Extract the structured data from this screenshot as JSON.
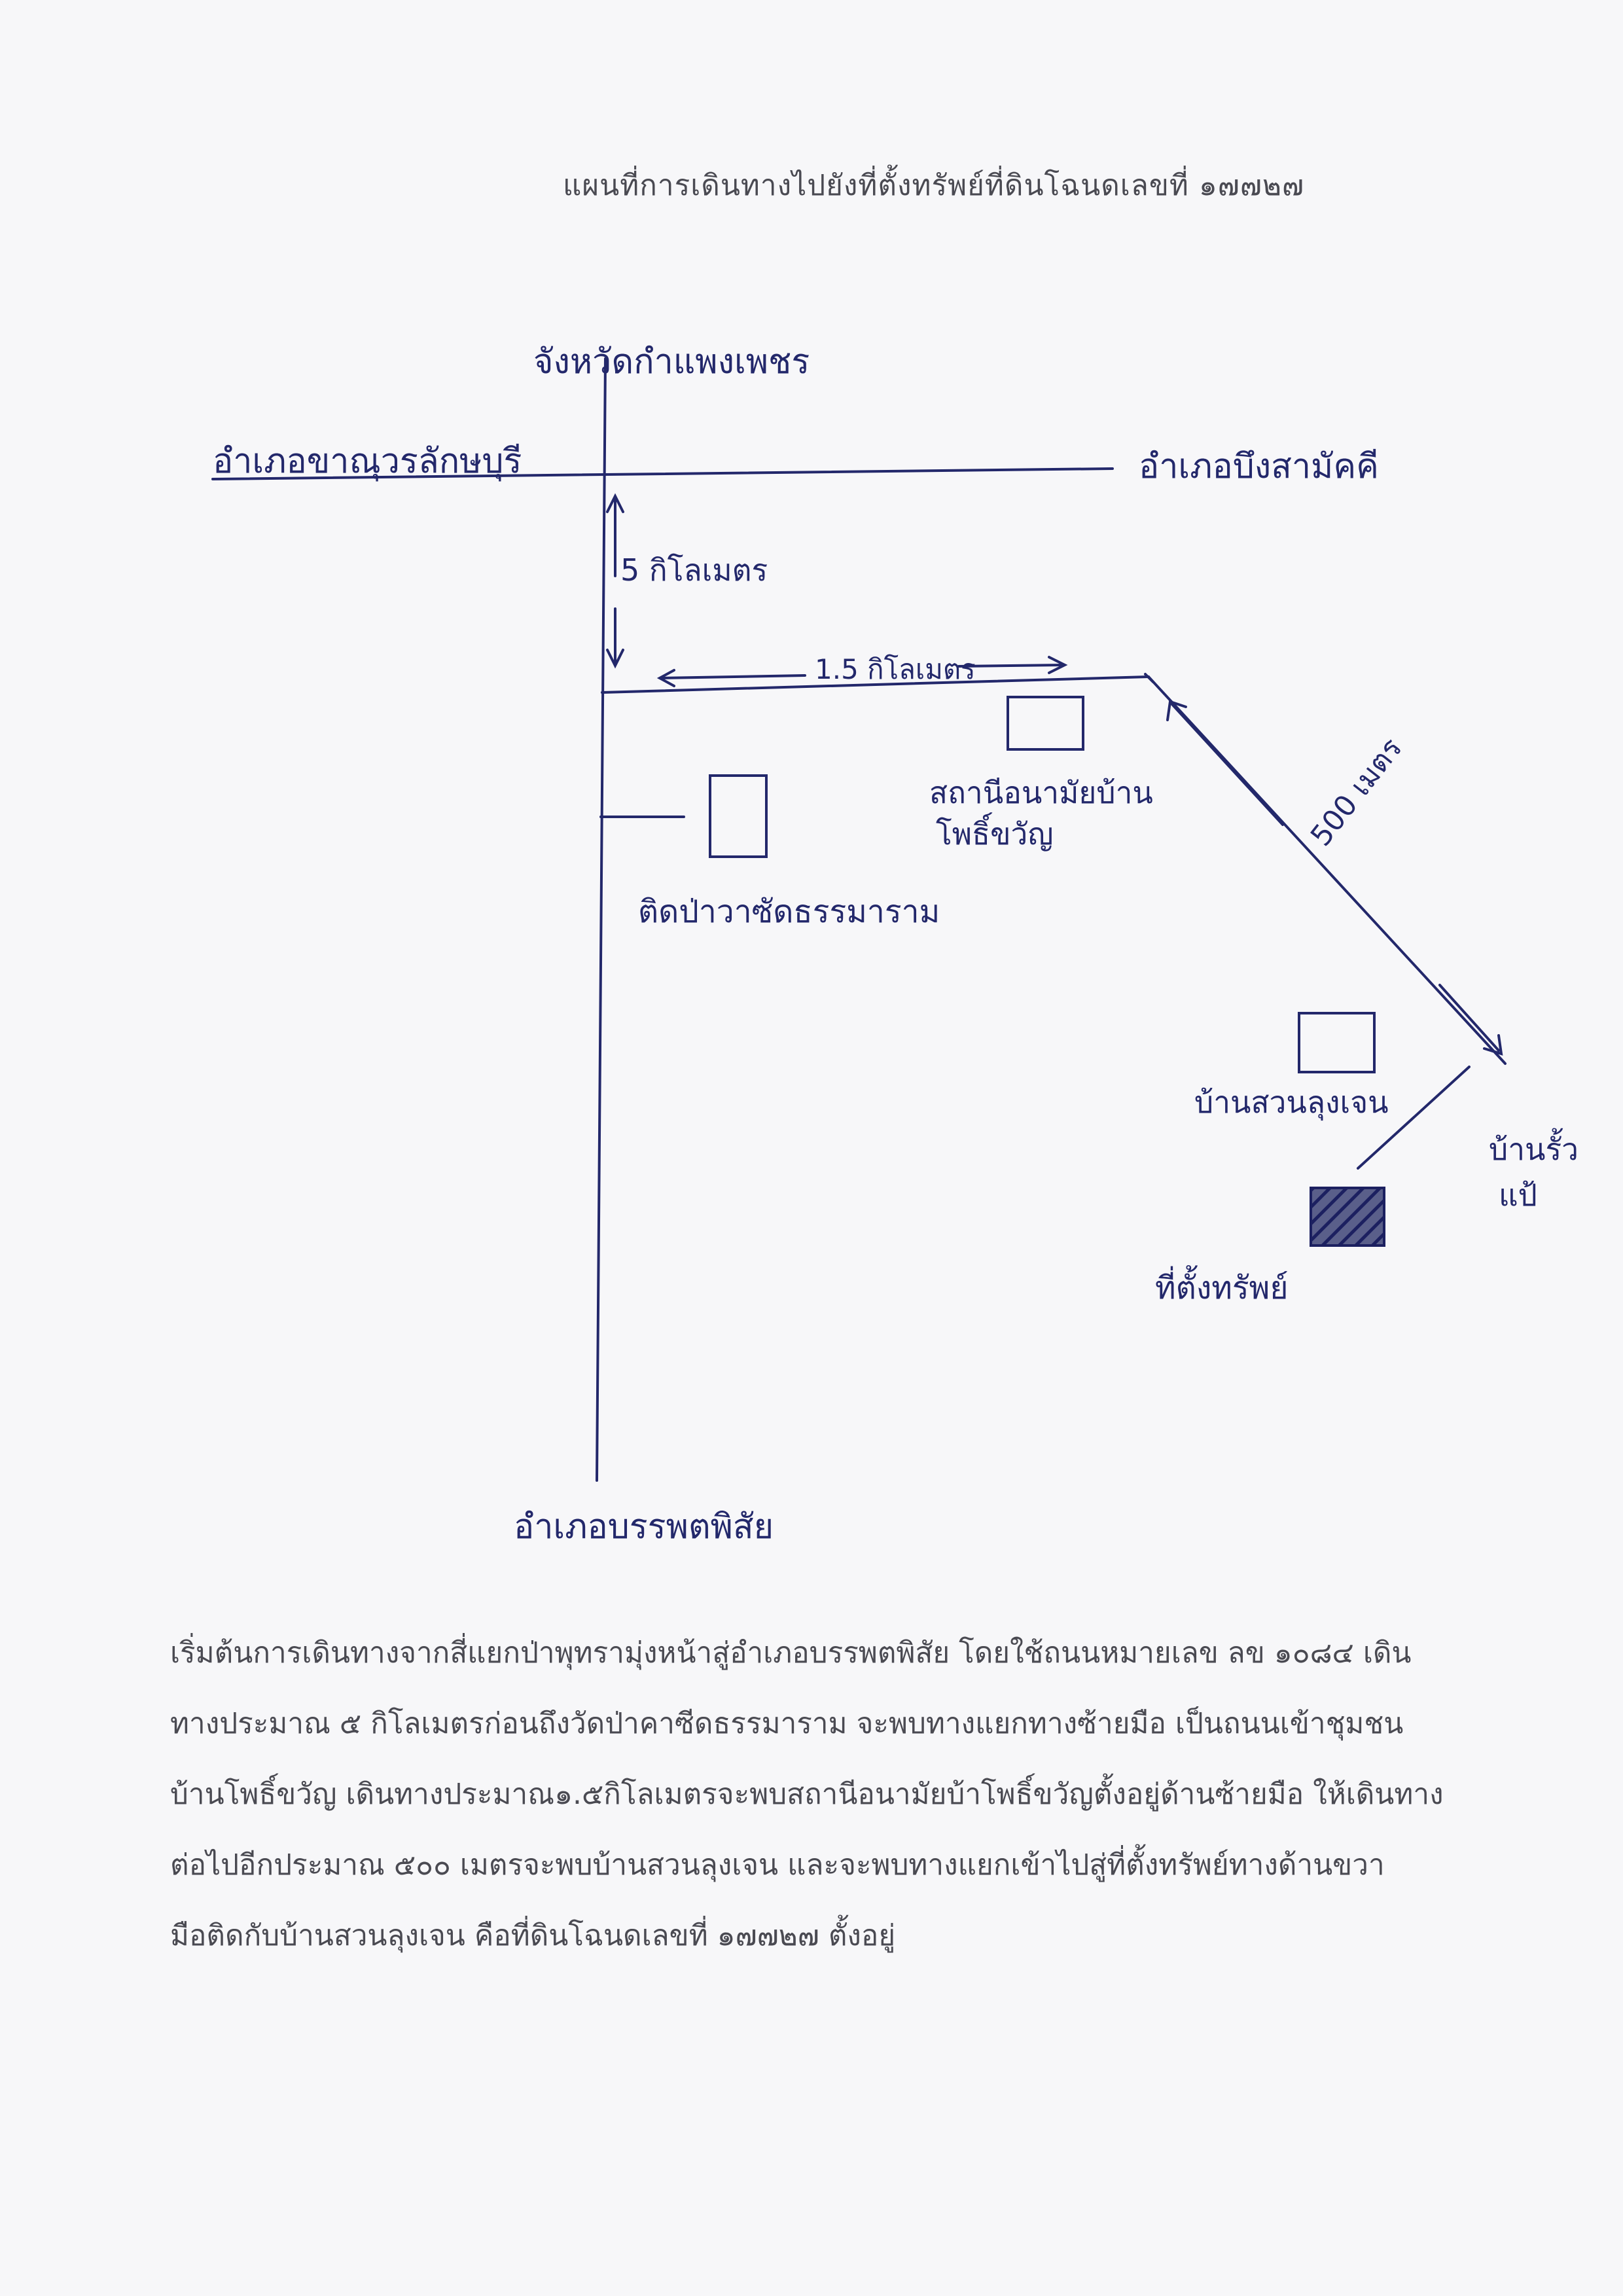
{
  "title": "แผนที่การเดินทางไปยังที่ตั้งทรัพย์ที่ดินโฉนดเลขที่ ๑๗๗๒๗",
  "map": {
    "labels": {
      "north": "จังหวัดกำแพงเพชร",
      "west": "อำเภอขาณุวรลักษบุรี",
      "east": "อำเภอบึงสามัคคี",
      "south": "อำเภอบรรพตพิสัย",
      "distance_vertical": "5 กิโลเมตร",
      "distance_horizontal": "1.5 กิโลเมตร",
      "distance_diagonal": "500 เมตร",
      "temple": "ติดป่าวาซัดธรรมาราม",
      "health_station_line1": "สถานีอนามัยบ้าน",
      "health_station_line2": "โพธิ์ขวัญ",
      "house": "บ้านสวนลุงเจน",
      "fence_line1": "บ้านรั้ว",
      "fence_line2": "แป้",
      "property": "ที่ตั้งทรัพย์"
    },
    "colors": {
      "ink": "#23286b",
      "print": "#4a4a52",
      "paper": "#f7f7f9"
    }
  },
  "description": [
    "เริ่มต้นการเดินทางจากสี่แยกป่าพุทรามุ่งหน้าสู่อำเภอบรรพตพิสัย โดยใช้ถนนหมายเลข ลข ๑๐๘๔ เดิน",
    "ทางประมาณ ๕ กิโลเมตรก่อนถึงวัดป่าคาซีดธรรมาราม จะพบทางแยกทางซ้ายมือ เป็นถนนเข้าชุมชน",
    "บ้านโพธิ์ขวัญ เดินทางประมาณ๑.๕กิโลเมตรจะพบสถานีอนามัยบ้าโพธิ์ขวัญตั้งอยู่ด้านซ้ายมือ ให้เดินทาง",
    "ต่อไปอีกประมาณ ๕๐๐ เมตรจะพบบ้านสวนลุงเจน และจะพบทางแยกเข้าไปสู่ที่ตั้งทรัพย์ทางด้านขวา",
    "มือติดกับบ้านสวนลุงเจน คือที่ดินโฉนดเลขที่ ๑๗๗๒๗ ตั้งอยู่"
  ]
}
